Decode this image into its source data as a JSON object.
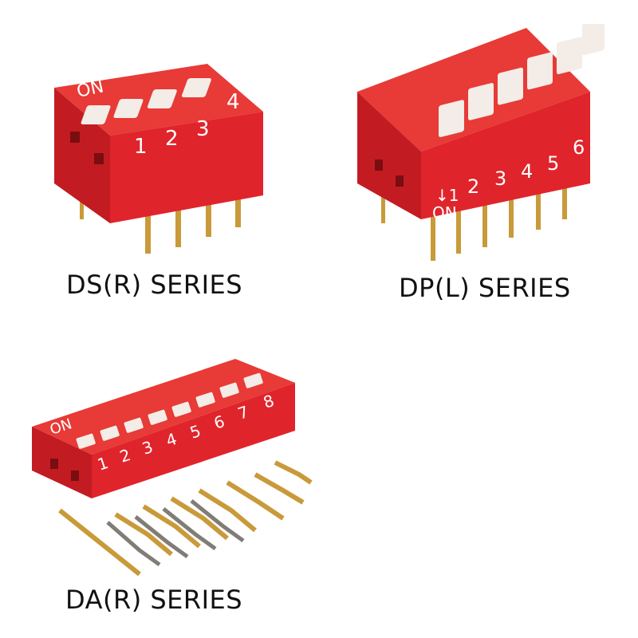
{
  "products": [
    {
      "caption": "DS(R) SERIES",
      "on_label": "ON",
      "positions": [
        "1",
        "2",
        "3",
        "4"
      ],
      "body_color": "#e0242b",
      "body_shadow": "#b0141a",
      "actuator_color": "#f3ece7",
      "pin_color": "#c99a3a"
    },
    {
      "caption": "DP(L) SERIES",
      "on_label": "ON",
      "arrow_label": "↓1",
      "positions": [
        "2",
        "3",
        "4",
        "5",
        "6"
      ],
      "body_color": "#e0242b",
      "body_shadow": "#b0141a",
      "actuator_color": "#f3ece7",
      "pin_color": "#c99a3a"
    },
    {
      "caption": "DA(R) SERIES",
      "on_label": "ON",
      "positions": [
        "1",
        "2",
        "3",
        "4",
        "5",
        "6",
        "7",
        "8"
      ],
      "body_color": "#e0242b",
      "body_shadow": "#b0141a",
      "actuator_color": "#f3ece7",
      "pin_color": "#c99a3a"
    }
  ]
}
